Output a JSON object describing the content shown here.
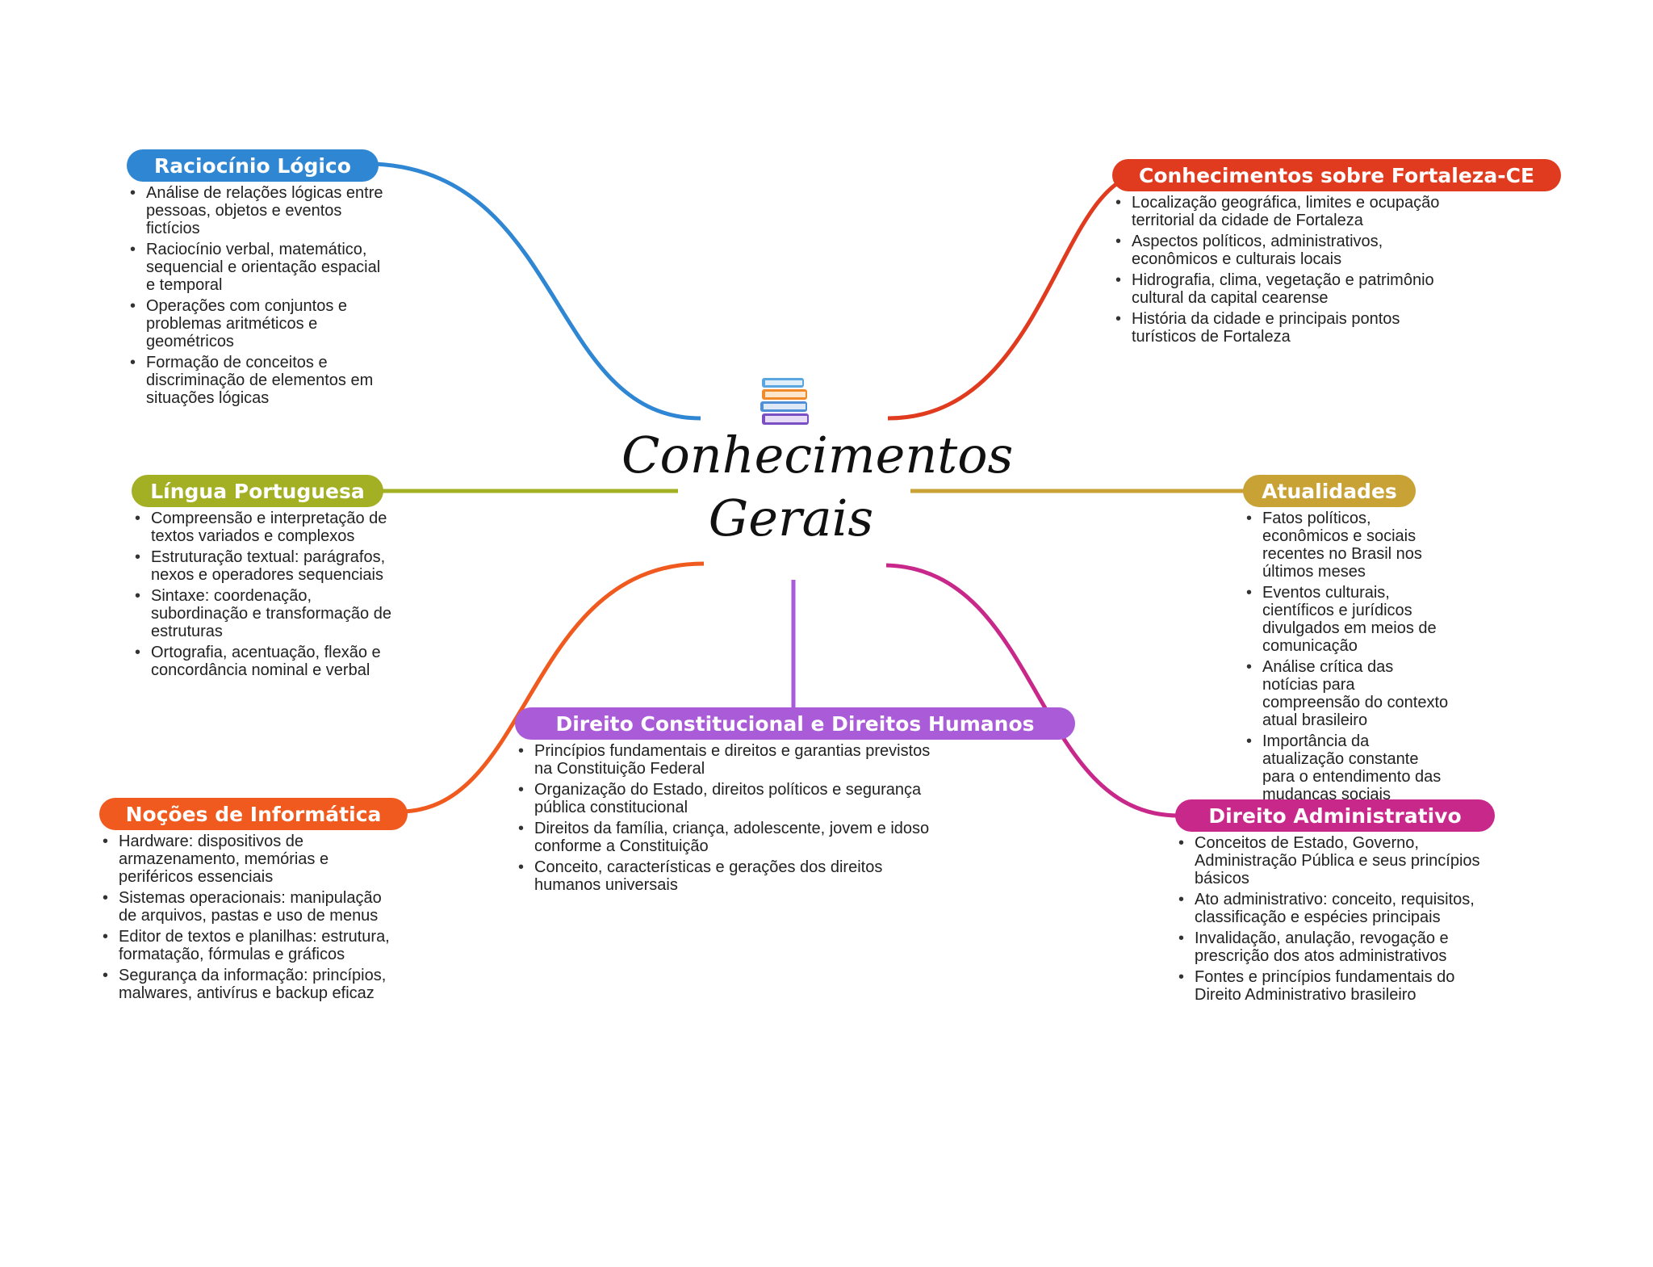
{
  "central_topic": {
    "title_line1": "Conhecimentos",
    "title_line2": "Gerais",
    "icon": "books-icon"
  },
  "branches": {
    "raciocinio": {
      "title": "Raciocínio Lógico",
      "color": "#2f86d3",
      "items": [
        "Análise de relações lógicas entre pessoas, objetos e eventos fictícios",
        "Raciocínio verbal, matemático, sequencial e orientação espacial e temporal",
        "Operações com conjuntos e problemas aritméticos e geométricos",
        "Formação de conceitos e discriminação de elementos em situações lógicas"
      ]
    },
    "fortaleza": {
      "title": "Conhecimentos sobre Fortaleza-CE",
      "color": "#e03a1f",
      "items": [
        "Localização geográfica, limites e ocupação territorial da cidade de Fortaleza",
        "Aspectos políticos, administrativos, econômicos e culturais locais",
        "Hidrografia, clima, vegetação e patrimônio cultural da capital cearense",
        "História da cidade e principais pontos turísticos de Fortaleza"
      ]
    },
    "portugues": {
      "title": "Língua Portuguesa",
      "color": "#a3b024",
      "items": [
        "Compreensão e interpretação de textos variados e complexos",
        "Estruturação textual: parágrafos, nexos e operadores sequenciais",
        "Sintaxe: coordenação, subordinação e transformação de estruturas",
        "Ortografia, acentuação, flexão e concordância nominal e verbal"
      ]
    },
    "atualidades": {
      "title": "Atualidades",
      "color": "#c9a236",
      "items": [
        "Fatos políticos, econômicos e sociais recentes no Brasil nos últimos meses",
        "Eventos culturais, científicos e jurídicos divulgados em meios de comunicação",
        "Análise crítica das notícias para compreensão do contexto atual brasileiro",
        "Importância da atualização constante para o entendimento das mudanças sociais"
      ]
    },
    "constitucional": {
      "title": "Direito Constitucional e Direitos Humanos",
      "color": "#a95bd8",
      "items": [
        "Princípios fundamentais e direitos e garantias previstos na Constituição Federal",
        "Organização do Estado, direitos políticos e segurança pública constitucional",
        "Direitos da família, criança, adolescente, jovem e idoso conforme a Constituição",
        "Conceito, características e gerações dos direitos humanos universais"
      ]
    },
    "informatica": {
      "title": "Noções de Informática",
      "color": "#f05a1e",
      "items": [
        "Hardware: dispositivos de armazenamento, memórias e periféricos essenciais",
        "Sistemas operacionais: manipulação de arquivos, pastas e uso de menus",
        "Editor de textos e planilhas: estrutura, formatação, fórmulas e gráficos",
        "Segurança da informação: princípios, malwares, antivírus e backup eficaz"
      ]
    },
    "administrativo": {
      "title": "Direito Administrativo",
      "color": "#c8288a",
      "items": [
        "Conceitos de Estado, Governo, Administração Pública e seus princípios básicos",
        "Ato administrativo: conceito, requisitos, classificação e espécies principais",
        "Invalidação, anulação, revogação e prescrição dos atos administrativos",
        "Fontes e princípios fundamentais do Direito Administrativo brasileiro"
      ]
    }
  }
}
